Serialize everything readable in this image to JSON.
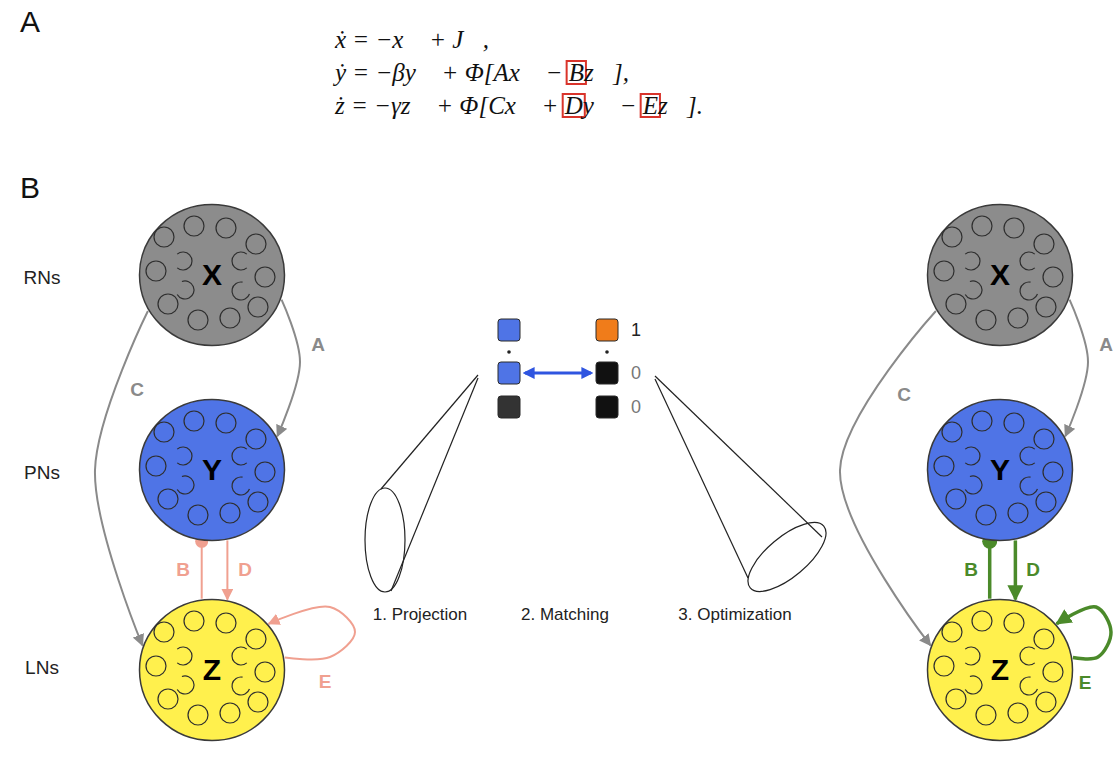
{
  "diagram": {
    "nodes": [
      {
        "text": [
          "X"
        ]
      },
      {
        "text": [
          "Y"
        ]
      },
      {
        "text": [
          "Z"
        ]
      },
      {
        "text": [
          "X"
        ]
      },
      {
        "text": [
          "Y"
        ]
      },
      {
        "text": [
          "Z"
        ]
      }
    ],
    "edges": [
      {
        "from": 0,
        "to": 1,
        "label": "A",
        "arrow": "to"
      },
      {
        "from": 0,
        "to": 2,
        "label": "C",
        "arrow": "to"
      },
      {
        "from": 2,
        "to": 1,
        "label": "B",
        "arrow": "to"
      },
      {
        "from": 1,
        "to": 2,
        "label": "D",
        "arrow": "to"
      },
      {
        "from": 2,
        "to": 2,
        "label": "E",
        "arrow": "to"
      },
      {
        "from": 3,
        "to": 4,
        "label": "A",
        "arrow": "to"
      },
      {
        "from": 3,
        "to": 5,
        "label": "C",
        "arrow": "to"
      },
      {
        "from": 5,
        "to": 4,
        "label": "B",
        "arrow": "to"
      },
      {
        "from": 4,
        "to": 5,
        "label": "D",
        "arrow": "to"
      },
      {
        "from": 5,
        "to": 5,
        "label": "E",
        "arrow": "to"
      }
    ],
    "labels": [
      "A",
      "B",
      "ẋ = −x⃗ + J⃗,",
      "ẏ = −βy⃗ + Φ[Ax⃗ − Bz⃗],",
      "ż = −γz⃗ + Φ[Cx⃗ + Dy⃗ − Ez⃗].",
      "RNs",
      "PNs",
      "LNs",
      "1. Projection",
      "2. Matching",
      "3. Optimization",
      "1",
      "0",
      "0"
    ]
  }
}
